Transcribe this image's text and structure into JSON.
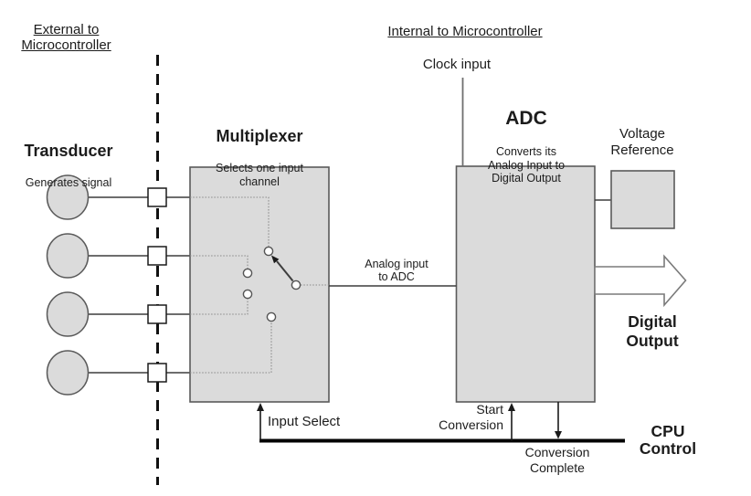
{
  "diagram": {
    "regions": {
      "external_label": "External to\nMicrocontroller",
      "internal_label": "Internal to Microcontroller"
    },
    "blocks": {
      "transducer": {
        "title": "Transducer",
        "subtitle": "Generates signal"
      },
      "multiplexer": {
        "title": "Multiplexer",
        "subtitle": "Selects one input\nchannel"
      },
      "adc": {
        "title": "ADC",
        "subtitle": "Converts its\nAnalog Input to\nDigital Output"
      },
      "voltage_reference": {
        "label": "Voltage\nReference"
      }
    },
    "signals": {
      "clock_input": "Clock input",
      "analog_input": "Analog input\nto ADC",
      "digital_output": "Digital\nOutput",
      "input_select": "Input Select",
      "start_conversion": "Start\nConversion",
      "conversion_complete": "Conversion\nComplete",
      "cpu_control": "CPU\nControl"
    },
    "colors": {
      "box_fill": "#dbdbdb",
      "box_border": "#5a5a5a",
      "line": "#3d3d3d",
      "dotted_line": "#8a8a8a",
      "bus": "#000000",
      "text": "#1c1c1c"
    }
  }
}
